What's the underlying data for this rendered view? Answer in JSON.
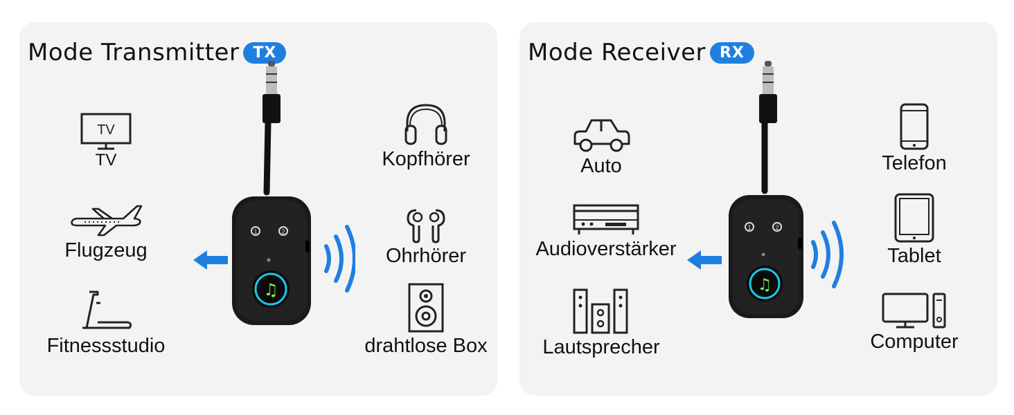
{
  "transmitter": {
    "title": "Mode Transmitter",
    "badge": "TX",
    "left_items": [
      {
        "icon": "tv-icon",
        "icon_text": "TV",
        "label": "TV"
      },
      {
        "icon": "airplane-icon",
        "label": "Flugzeug"
      },
      {
        "icon": "treadmill-icon",
        "label": "Fitnessstudio"
      }
    ],
    "right_items": [
      {
        "icon": "headphones-icon",
        "label": "Kopfhörer"
      },
      {
        "icon": "earbuds-icon",
        "label": "Ohrhörer"
      },
      {
        "icon": "speaker-box-icon",
        "label": "drahtlose Box"
      }
    ]
  },
  "receiver": {
    "title": "Mode Receiver",
    "badge": "RX",
    "left_items": [
      {
        "icon": "car-icon",
        "label": "Auto"
      },
      {
        "icon": "amplifier-icon",
        "label": "Audioverstärker"
      },
      {
        "icon": "loudspeakers-icon",
        "label": "Lautsprecher"
      }
    ],
    "right_items": [
      {
        "icon": "smartphone-icon",
        "label": "Telefon"
      },
      {
        "icon": "tablet-icon",
        "label": "Tablet"
      },
      {
        "icon": "computer-icon",
        "label": "Computer"
      }
    ]
  },
  "colors": {
    "accent": "#1f7fe0",
    "panel": "#f3f3f3",
    "device": "#1a1a1a",
    "button_glow": "#7df04a"
  }
}
